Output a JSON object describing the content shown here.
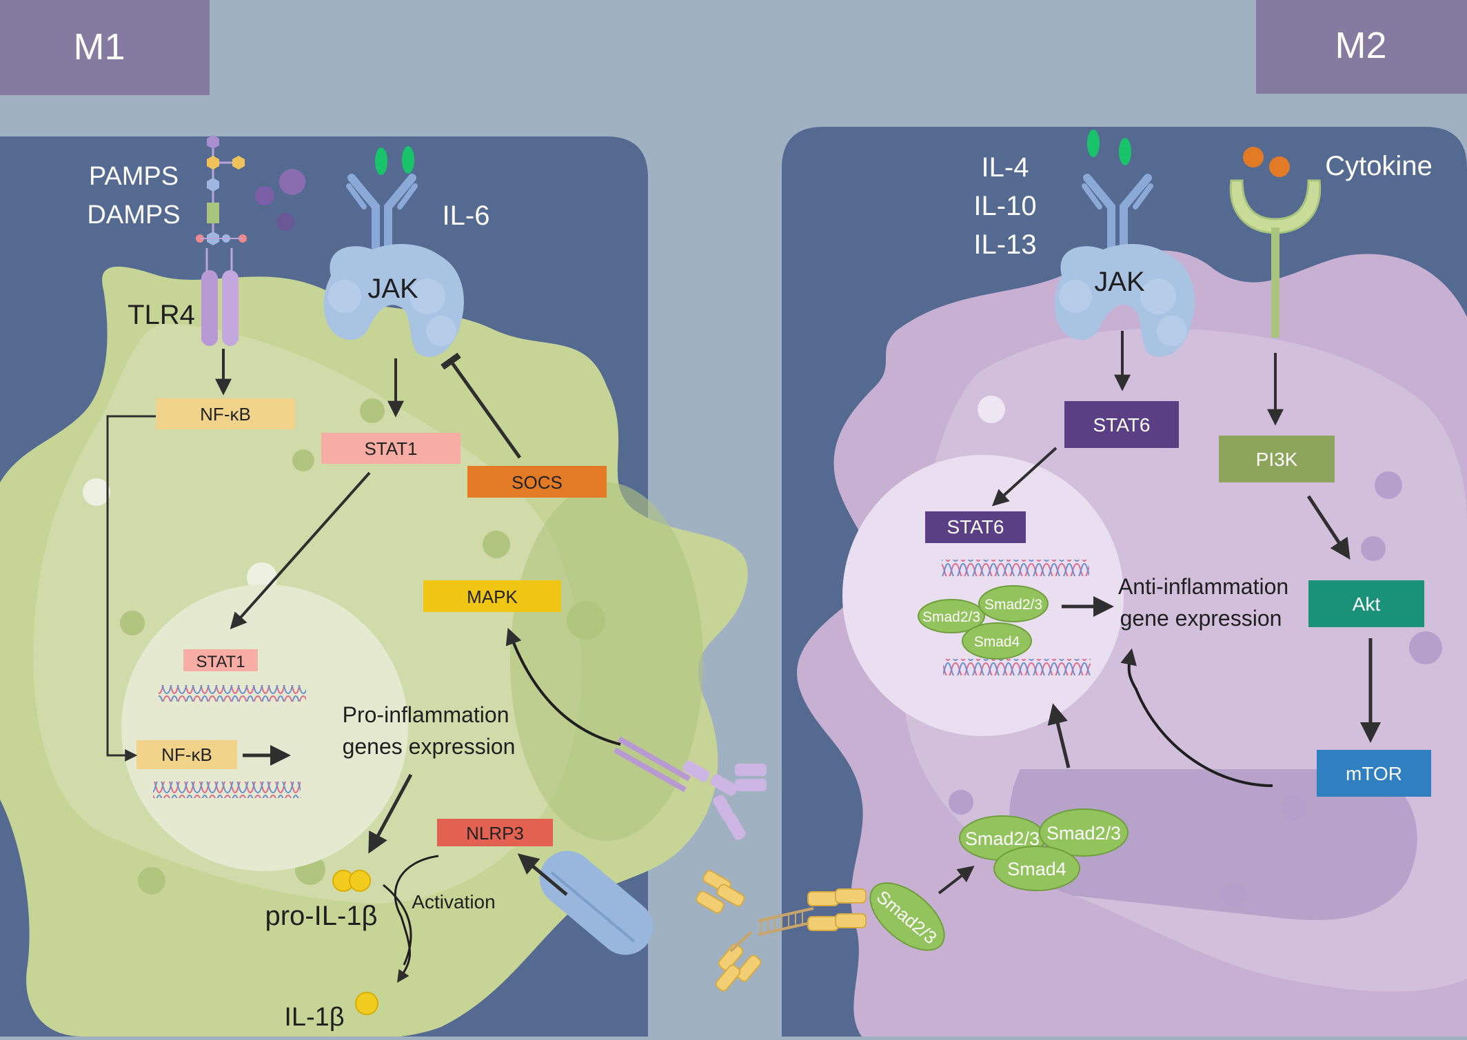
{
  "colors": {
    "background": "#a0b2c2",
    "panel": "#546a91",
    "header": "#857aa0",
    "m1_cell": "#c6d596",
    "m2_cell": "#c8b0d3",
    "nucleus_m1": "#e4e9cf",
    "nucleus_m2": "#e9dff0",
    "receptor_blue": "#a9c3e3",
    "green_ligand": "#19c36a",
    "smad_green": "#92c35c",
    "nfkb": "#f1d48a",
    "stat1": "#f7aca4",
    "socs": "#e37a26",
    "mapk": "#f0c514",
    "nlrp3": "#e26150",
    "stat6": "#5b3f84",
    "pi3k": "#8da55a",
    "akt": "#1a9279",
    "mtor": "#2f7fc1",
    "tlr4": "#b79ad3",
    "arrow": "#2f2f2f"
  },
  "m1": {
    "header": "M1",
    "ligands": [
      "PAMPS",
      "DAMPS"
    ],
    "receptor": "TLR4",
    "cytokine": "IL-6",
    "kinase": "JAK",
    "nodes": {
      "nfkb_top": "NF-κB",
      "stat1_top": "STAT1",
      "socs": "SOCS",
      "mapk": "MAPK",
      "stat1_nuc": "STAT1",
      "nfkb_nuc": "NF-κB",
      "nlrp3": "NLRP3"
    },
    "genes": "Pro-inflammation genes expression",
    "pro_il1b": "pro-IL-1β",
    "activation": "Activation",
    "il1b": "IL-1β"
  },
  "m2": {
    "header": "M2",
    "cytokines": [
      "IL-4",
      "IL-10",
      "IL-13"
    ],
    "cytokine_label": "Cytokine",
    "kinase": "JAK",
    "nodes": {
      "stat6_top": "STAT6",
      "stat6_nuc": "STAT6",
      "pi3k": "PI3K",
      "akt": "Akt",
      "mtor": "mTOR"
    },
    "genes": "Anti-inflammation gene expression",
    "smads_nucleus": [
      "Smad2/3",
      "Smad2/3",
      "Smad4"
    ],
    "smads_cyto": [
      "Smad2/3",
      "Smad2/3",
      "Smad4"
    ],
    "smad_receptor": "Smad2/3"
  }
}
